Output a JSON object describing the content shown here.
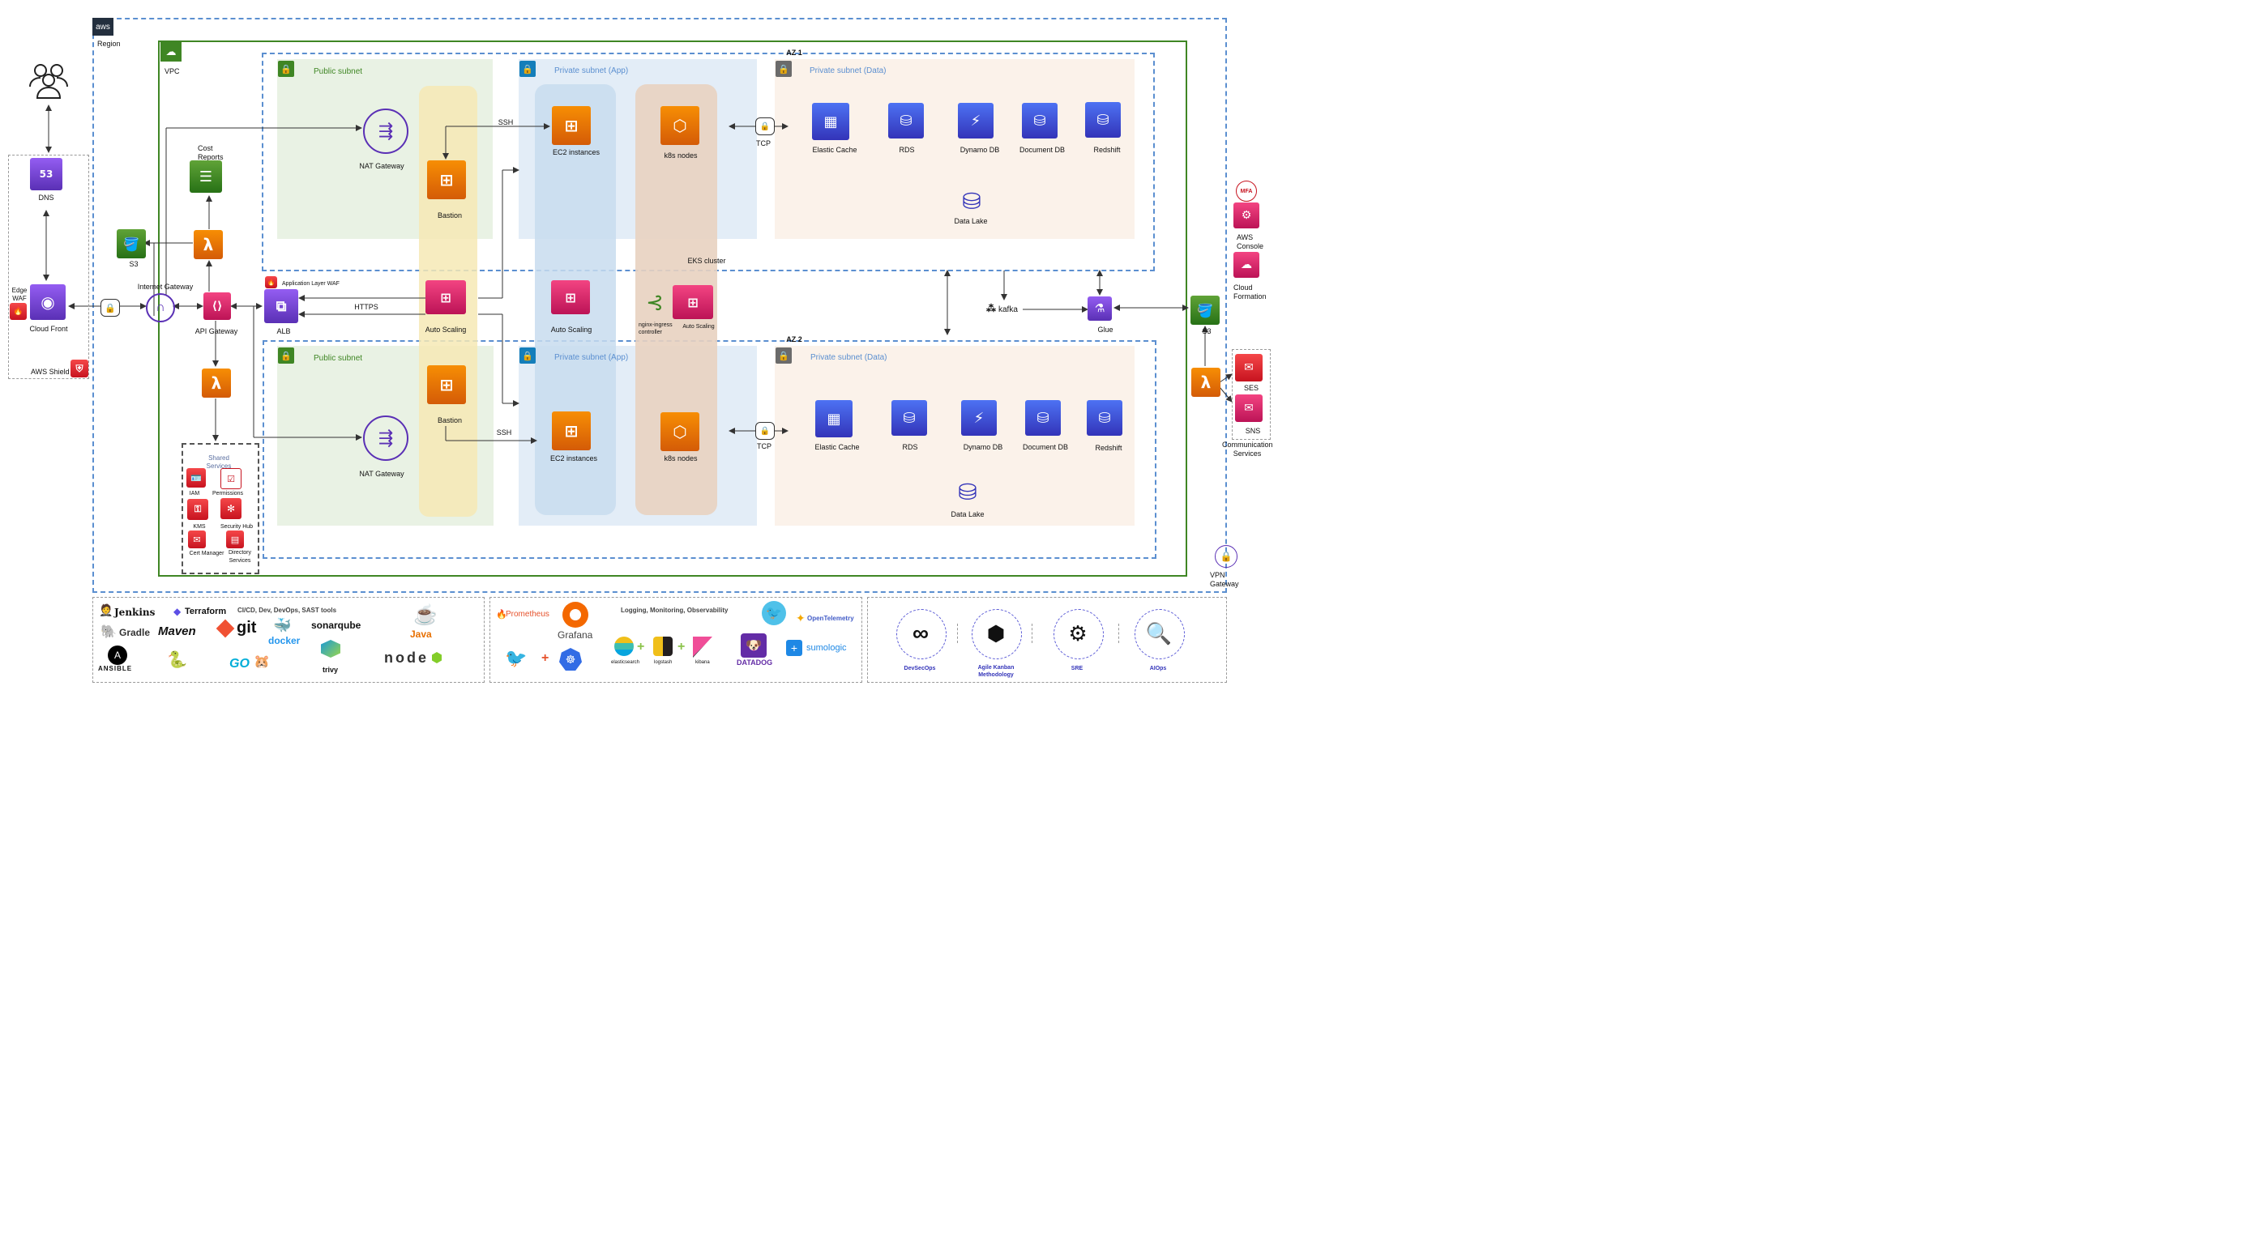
{
  "region": {
    "badge": "aws",
    "label": "Region"
  },
  "vpc": {
    "label": "VPC"
  },
  "az1": {
    "label": "AZ 1"
  },
  "az2": {
    "label": "AZ 2"
  },
  "eks": {
    "label": "EKS cluster"
  },
  "subnets": {
    "public": "Public subnet",
    "app": "Private subnet (App)",
    "data": "Private subnet (Data)"
  },
  "left": {
    "dns": "DNS",
    "edge_waf": "Edge WAF",
    "cloudfront": "Cloud Front",
    "shield": "AWS Shield"
  },
  "middle": {
    "igw": "Internet Gateway",
    "s3": "S3",
    "cost": "Cost Reports",
    "api": "API Gateway",
    "waf": "Application Layer WAF",
    "alb": "ALB",
    "https": "HTTPS",
    "ssh": "SSH",
    "tcp": "TCP"
  },
  "shared": {
    "title": "Shared Services",
    "iam": "IAM",
    "permissions": "Permissions",
    "kms": "KMS",
    "security_hub": "Security Hub",
    "cert": "Cert Manager",
    "directory": "Directory Services"
  },
  "az1_nodes": {
    "nat": "NAT Gateway",
    "bastion": "Bastion",
    "ec2": "EC2 instances",
    "k8s": "k8s nodes",
    "elasticache": "Elastic Cache",
    "rds": "RDS",
    "dynamo": "Dynamo DB",
    "docdb": "Document DB",
    "redshift": "Redshift",
    "datalake": "Data Lake"
  },
  "az2_nodes": {
    "nat": "NAT Gateway",
    "bastion": "Bastion",
    "ec2": "EC2 instances",
    "k8s": "k8s nodes",
    "elasticache": "Elastic Cache",
    "rds": "RDS",
    "dynamo": "Dynamo DB",
    "docdb": "Document DB",
    "redshift": "Redshift",
    "datalake": "Data Lake"
  },
  "mid_row": {
    "autoscale1": "Auto Scaling",
    "autoscale2": "Auto Scaling",
    "nginx": "nginx-ingress controller",
    "autoscale3": "Auto Scaling",
    "kafka": "kafka",
    "glue": "Glue"
  },
  "right": {
    "mfa": "MFA",
    "console": "AWS Console",
    "cloudformation": "Cloud Formation",
    "s3": "S3",
    "ses": "SES",
    "sns": "SNS",
    "comm": "Communication Services",
    "vpn": "VPN Gateway"
  },
  "tools1": {
    "heading": "CI/CD, Dev, DevOps, SAST tools",
    "jenkins": "Jenkins",
    "terraform": "Terraform",
    "gradle": "Gradle",
    "maven": "Maven",
    "git": "git",
    "docker": "docker",
    "sonarqube": "sonarqube",
    "java": "Java",
    "ansible": "ANSIBLE",
    "go": "GO",
    "trivy": "trivy",
    "node": "node"
  },
  "tools2": {
    "heading": "Logging, Monitoring, Observability",
    "prometheus": "Prometheus",
    "grafana": "Grafana",
    "elasticsearch": "elasticsearch",
    "logstash": "logstash",
    "kibana": "kibana",
    "datadog": "DATADOG",
    "otel": "OpenTelemetry",
    "sumologic": "sumologic"
  },
  "tools3": {
    "devsecops": "DevSecOps",
    "kanban": "Agile Kanban Methodology",
    "sre": "SRE",
    "aiops": "AIOps"
  },
  "colors": {
    "vpc_green": "#3f8624",
    "az_blue": "#5b8fd0",
    "public_bg": "#e9f2e4",
    "app_bg": "#e3edf7",
    "data_bg": "#fbf2ea",
    "autoscale_band": "#f6e9b5",
    "eks_band": "#e8d2c0",
    "app_band": "#c8dcef"
  }
}
